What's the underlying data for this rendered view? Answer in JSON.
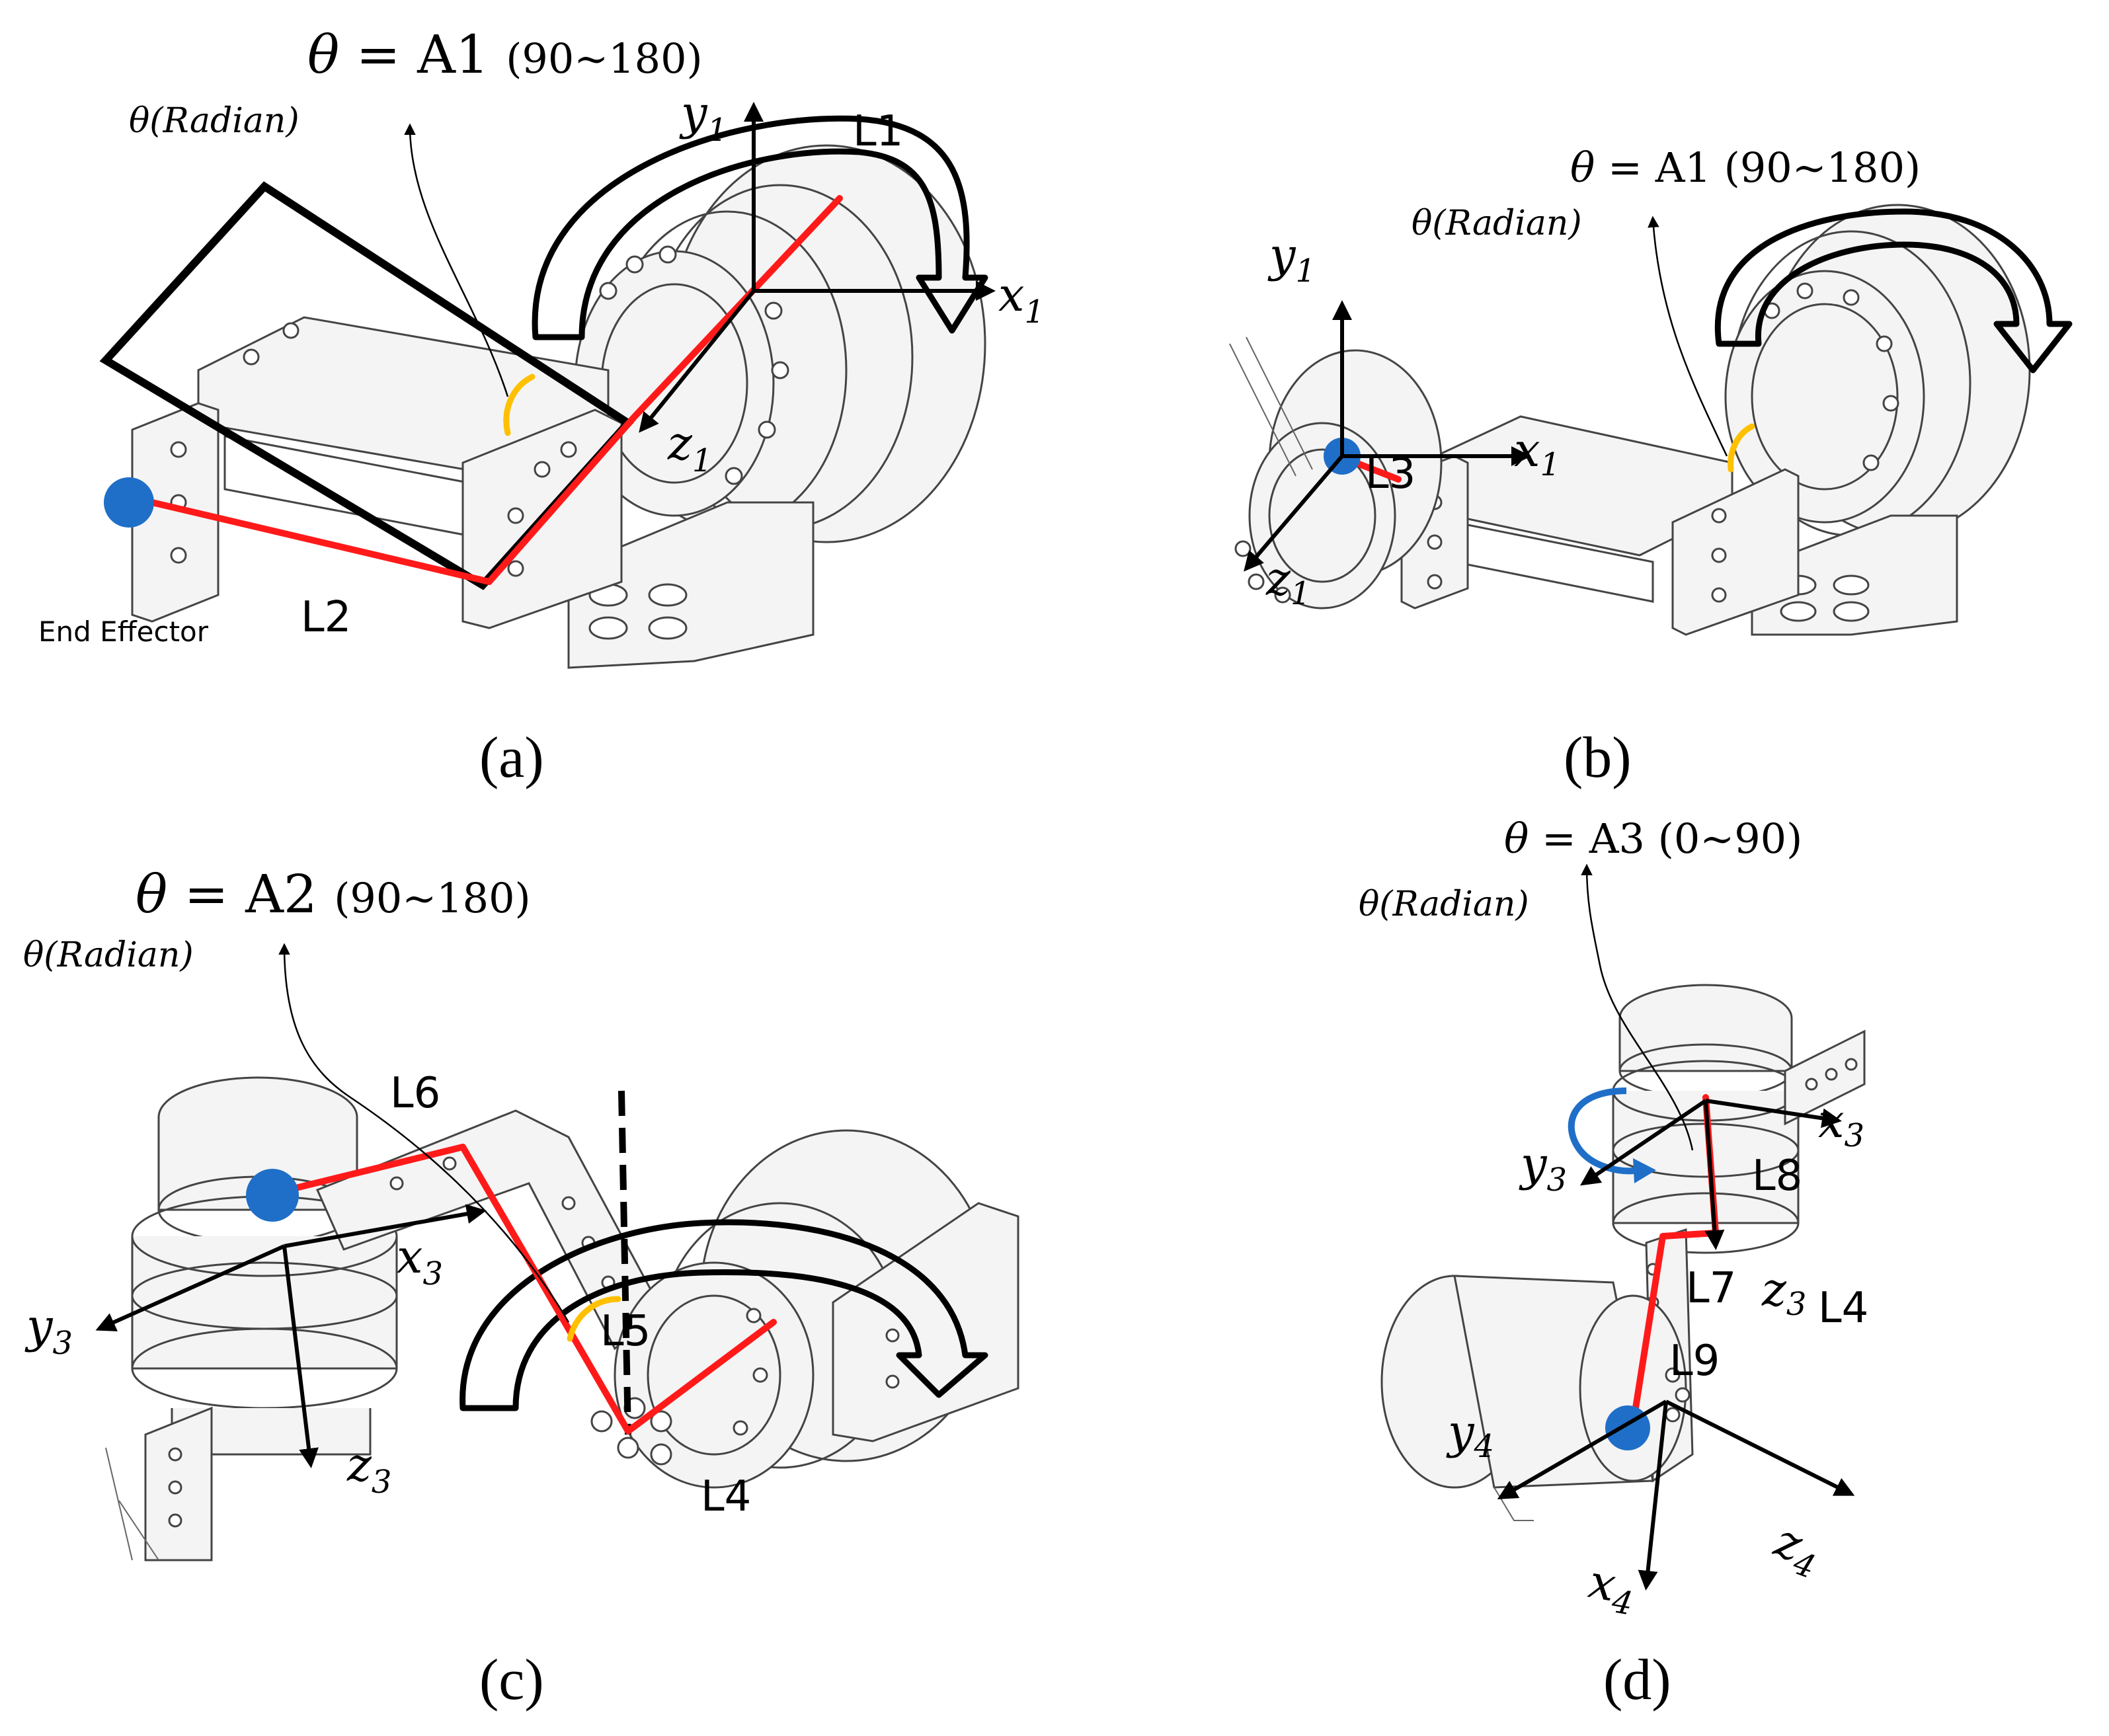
{
  "panels": [
    {
      "id": "a",
      "caption": "(a)",
      "equation": {
        "theta": "θ",
        "eq": "= A1",
        "range": "(90~180)"
      },
      "angle_unit": "θ(Radian)",
      "links": [
        "L1",
        "L2"
      ],
      "axes": {
        "x": "x",
        "x_sub": "1",
        "y": "y",
        "y_sub": "1",
        "z": "z",
        "z_sub": "1"
      },
      "end_effector": "End Effector"
    },
    {
      "id": "b",
      "caption": "(b)",
      "equation": {
        "theta": "θ",
        "eq": "= A1",
        "range": "(90~180)"
      },
      "angle_unit": "θ(Radian)",
      "links": [
        "L3"
      ],
      "axes": {
        "x": "x",
        "x_sub": "1",
        "y": "y",
        "y_sub": "1",
        "z": "z",
        "z_sub": "1"
      }
    },
    {
      "id": "c",
      "caption": "(c)",
      "equation": {
        "theta": "θ",
        "eq": "= A2",
        "range": "(90~180)"
      },
      "angle_unit": "θ(Radian)",
      "links": [
        "L6",
        "L5",
        "L4"
      ],
      "axes": {
        "x": "x",
        "x_sub": "3",
        "y": "y",
        "y_sub": "3",
        "z": "z",
        "z_sub": "3"
      }
    },
    {
      "id": "d",
      "caption": "(d)",
      "equation": {
        "theta": "θ",
        "eq": "= A3",
        "range": "(0~90)"
      },
      "angle_unit": "θ(Radian)",
      "links": [
        "L8",
        "L7",
        "L4",
        "L9"
      ],
      "axes": {
        "x3": "x",
        "x3_sub": "3",
        "y3": "y",
        "y3_sub": "3",
        "z3": "z",
        "z3_sub": "3",
        "x4": "x",
        "x4_sub": "4",
        "y4": "y",
        "y4_sub": "4",
        "z4": "z",
        "z4_sub": "4"
      }
    }
  ],
  "colors": {
    "link": "#ff1a1a",
    "joint_dot": "#1f6fc8",
    "angle_arc": "#ffc000",
    "rotation_arrow_d": "#1f6fc8",
    "frame_axes": "#000000"
  }
}
